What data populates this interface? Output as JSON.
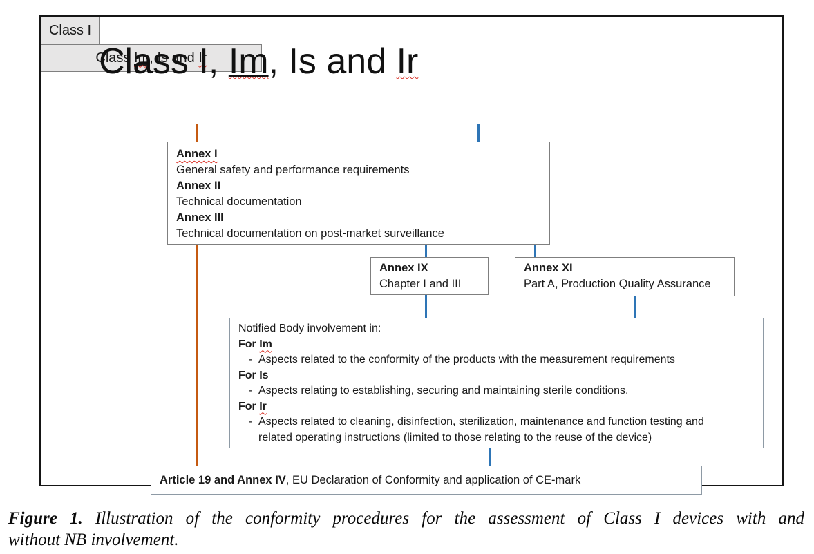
{
  "title": {
    "part1": "Class I, ",
    "im": "Im",
    "part2": ", Is and ",
    "ir": "Ir"
  },
  "class_i_box": {
    "label": "Class I"
  },
  "class_im_box": {
    "part1": "Class ",
    "im": "Im",
    "part2": ", Is and ",
    "ir": "Ir"
  },
  "annex_requirements": {
    "heading1": "Annex I",
    "line1": "General safety and performance requirements",
    "heading2": "Annex II",
    "line2": "Technical documentation",
    "heading3": "Annex III",
    "line3": "Technical documentation on post-market surveillance"
  },
  "annex_ix": {
    "heading": "Annex IX",
    "line": "Chapter I and III"
  },
  "annex_xi": {
    "heading": "Annex XI",
    "line": "Part A, Production Quality Assurance"
  },
  "notified_body": {
    "intro": "Notified Body involvement in:",
    "dash": "-",
    "for_im_prefix": "For ",
    "for_im": "Im",
    "im_bullet": "Aspects related to the conformity of the products with the measurement requirements",
    "for_is": "For Is",
    "is_bullet": "Aspects relating to establishing, securing and maintaining sterile conditions.",
    "for_ir_prefix": "For ",
    "for_ir": "Ir",
    "ir_bullet_line1": "Aspects related to cleaning, disinfection, sterilization, maintenance and function testing and",
    "ir_bullet_line2_pre": "related operating instructions (",
    "ir_bullet_underlined": "limited to",
    "ir_bullet_line2_post": " those relating to the reuse of the device)"
  },
  "article_box": {
    "bold": "Article 19 and Annex IV",
    "rest": ", EU Declaration of Conformity and application of CE-mark"
  },
  "caption": {
    "label": "Figure 1.",
    "line1_rest": "Illustration of the conformity procedures for the assessment of Class I devices with and",
    "line2": "without NB involvement."
  },
  "colors": {
    "class_i_path": "#c55a11",
    "class_im_path": "#2e75b6",
    "gray_box_fill": "#e7e6e6",
    "spellcheck_underline": "#d93025"
  }
}
